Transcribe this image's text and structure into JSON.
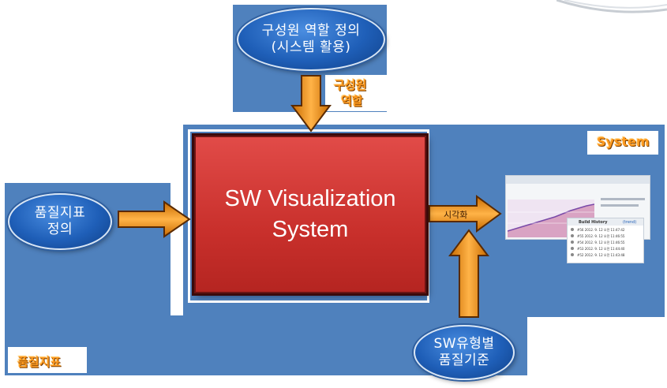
{
  "diagram": {
    "top_input": {
      "line1": "구성원 역할 정의",
      "line2": "(시스템 활용)"
    },
    "top_input_label": {
      "line1": "구성원",
      "line2": "역할"
    },
    "left_input": {
      "line1": "품질지표",
      "line2": "정의"
    },
    "left_panel_label": "품질지표",
    "center_box": {
      "line1": "SW Visualization",
      "line2": "System"
    },
    "output_arrow_label": "시각화",
    "right_panel_label": "System",
    "bottom_input": {
      "line1": "SW유형별",
      "line2": "품질기준"
    },
    "thumbnail": {
      "title": "Build History",
      "trend_button": "(trend)",
      "rows": [
        "#56  2012. 9. 12 오전 11:47:42",
        "#55  2012. 9. 12 오전 11:46:55",
        "#54  2012. 9. 12 오전 11:46:55",
        "#53  2012. 9. 12 오전 11:44:40",
        "#52  2012. 9. 12 오전 11:43:48"
      ]
    },
    "colors": {
      "panel": "#4f81bd",
      "ellipse": "#1f5fb8",
      "center_box": "#c9302c",
      "arrow": "#f7931e",
      "label": "#ff9a1f"
    }
  }
}
